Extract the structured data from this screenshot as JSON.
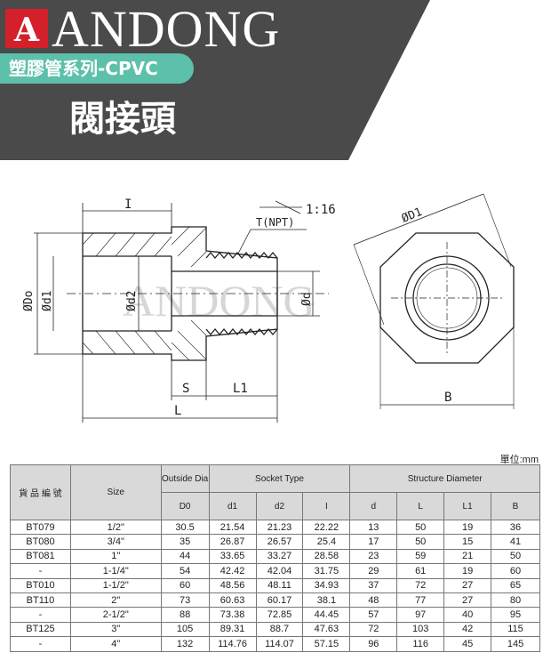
{
  "brand": {
    "logo_letter": "A",
    "name": "ANDONG"
  },
  "series": "塑膠管系列-CPVC",
  "product_title": "閥接頭",
  "drawing_labels": {
    "I": "I",
    "taper": "1:16",
    "thread": "T(NPT)",
    "Do": "ØDo",
    "d1": "Ød1",
    "d2": "Ød2",
    "d": "Ød",
    "S": "S",
    "L1": "L1",
    "L": "L",
    "D1": "ØD1",
    "B": "B"
  },
  "unit_label": "單位:mm",
  "table": {
    "header_top": {
      "item_no": "貨 品 編 號",
      "size": "Size",
      "outside_dia": "Outside Dia",
      "socket_type": "Socket Type",
      "structure_diameter": "Structure Diameter"
    },
    "header_sub": [
      "D0",
      "d1",
      "d2",
      "I",
      "d",
      "L",
      "L1",
      "B"
    ],
    "rows": [
      [
        "BT079",
        "1/2\"",
        "30.5",
        "21.54",
        "21.23",
        "22.22",
        "13",
        "50",
        "19",
        "36"
      ],
      [
        "BT080",
        "3/4\"",
        "35",
        "26.87",
        "26.57",
        "25.4",
        "17",
        "50",
        "15",
        "41"
      ],
      [
        "BT081",
        "1\"",
        "44",
        "33.65",
        "33.27",
        "28.58",
        "23",
        "59",
        "21",
        "50"
      ],
      [
        "-",
        "1-1/4\"",
        "54",
        "42.42",
        "42.04",
        "31.75",
        "29",
        "61",
        "19",
        "60"
      ],
      [
        "BT010",
        "1-1/2\"",
        "60",
        "48.56",
        "48.11",
        "34.93",
        "37",
        "72",
        "27",
        "65"
      ],
      [
        "BT110",
        "2\"",
        "73",
        "60.63",
        "60.17",
        "38.1",
        "48",
        "77",
        "27",
        "80"
      ],
      [
        "-",
        "2-1/2\"",
        "88",
        "73.38",
        "72.85",
        "44.45",
        "57",
        "97",
        "40",
        "95"
      ],
      [
        "BT125",
        "3\"",
        "105",
        "89.31",
        "88.7",
        "47.63",
        "72",
        "103",
        "42",
        "115"
      ],
      [
        "-",
        "4\"",
        "132",
        "114.76",
        "114.07",
        "57.15",
        "96",
        "116",
        "45",
        "145"
      ]
    ]
  },
  "colors": {
    "header_bg": "#4a4a4a",
    "accent": "#5dc0aa",
    "logo_red": "#d3202a"
  }
}
